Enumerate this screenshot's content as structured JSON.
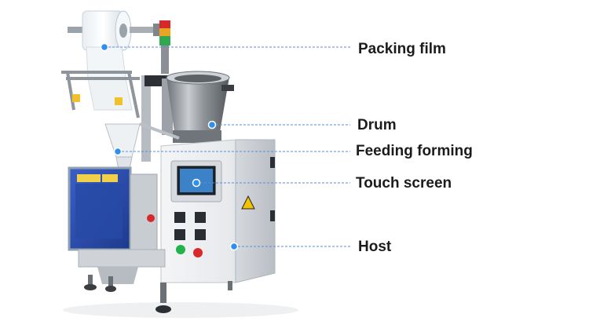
{
  "callouts": {
    "packing_film": "Packing film",
    "drum": "Drum",
    "feeding_forming": "Feeding forming",
    "touch_screen": "Touch screen",
    "host": "Host"
  },
  "colors": {
    "leader_line": "#5a8fd6",
    "marker_dot": "#2f8ff0",
    "machine_body": "#e9ecef",
    "frame_blue": "#2a4ea8",
    "warning_yellow": "#f2c400"
  }
}
